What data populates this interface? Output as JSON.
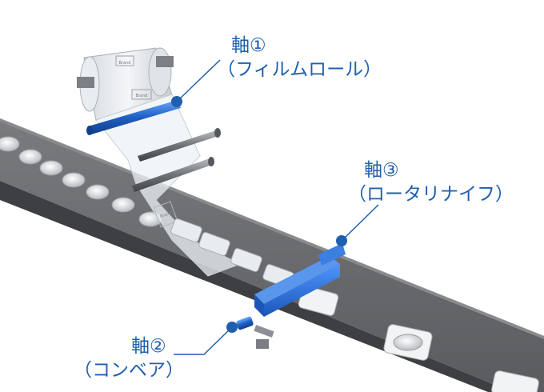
{
  "callouts": {
    "axis1": {
      "title": "軸①",
      "subtitle": "（フィルムロール）"
    },
    "axis2": {
      "title": "軸②",
      "subtitle": "（コンベア）"
    },
    "axis3": {
      "title": "軸③",
      "subtitle": "（ロータリナイフ）"
    }
  },
  "film_labels": [
    "Brand",
    "Brand",
    "Brand"
  ],
  "colors": {
    "callout_text": "#1f5fae",
    "shaft_blue": "#1e5fc4",
    "conveyor": "#5f6063",
    "marker": "#1f5fae"
  }
}
